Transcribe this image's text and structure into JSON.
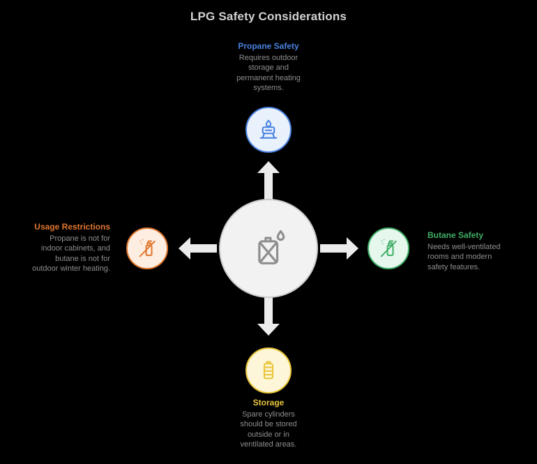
{
  "title": "LPG Safety Considerations",
  "colors": {
    "background": "#000000",
    "title": "#d2d2d2",
    "description": "#8f8f8f",
    "arrow": "#ececec",
    "center_fill": "#f2f2f2",
    "center_border": "#cccccc",
    "center_icon": "#8f8f8f"
  },
  "center": {
    "icon": "lpg-canister-with-slash-and-droplet"
  },
  "nodes": {
    "propane": {
      "title": "Propane Safety",
      "description": "Requires outdoor storage and permanent heating systems.",
      "accent": "#4a82e0",
      "fill": "#e9f1fd",
      "icon": "camping-stove"
    },
    "butane": {
      "title": "Butane Safety",
      "description": "Needs well-ventilated rooms and modern safety features.",
      "accent": "#3fae66",
      "fill": "#e6f7ee",
      "icon": "gas-spray"
    },
    "usage": {
      "title": "Usage Restrictions",
      "description": "Propane is not for indoor cabinets, and butane is not for outdoor winter heating.",
      "accent": "#e0762e",
      "fill": "#fdeee1",
      "icon": "no-spray"
    },
    "storage": {
      "title": "Storage",
      "description": "Spare cylinders should be stored outside or in ventilated areas.",
      "accent": "#e9c63a",
      "fill": "#fdf6d8",
      "icon": "gas-cylinder"
    }
  }
}
